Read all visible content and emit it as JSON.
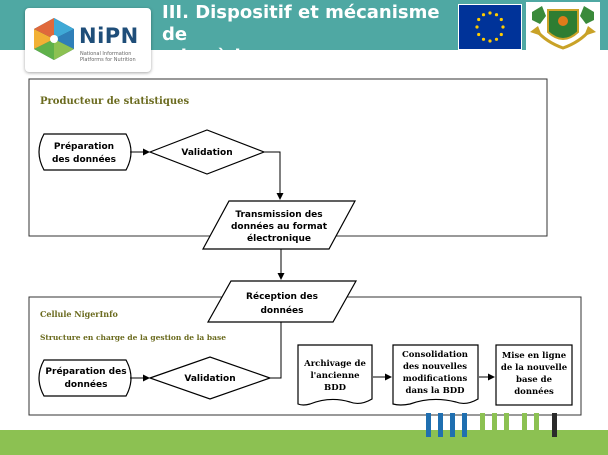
{
  "header": {
    "title_line1": "III. Dispositif et mécanisme de",
    "title_line2": "mise à jour",
    "logo_name": "NiPN",
    "logo_sub_line1": "National Information",
    "logo_sub_line2": "Platforms for Nutrition",
    "brand_color": "#4fa8a3"
  },
  "producer": {
    "heading": "Producteur de statistiques",
    "prep_line1": "Préparation",
    "prep_line2": "des données",
    "validation": "Validation"
  },
  "transmission": {
    "line1": "Transmission des",
    "line2": "données au format",
    "line3": "électronique"
  },
  "reception": {
    "line1": "Réception des",
    "line2": "données"
  },
  "cellule": {
    "heading": "Cellule NigerInfo",
    "subheading": "Structure en charge de la gestion de la base",
    "prep_line1": "Préparation des",
    "prep_line2": "données",
    "validation": "Validation",
    "archive": [
      "Archivage de",
      "l'ancienne",
      "BDD"
    ],
    "consolidation": [
      "Consolidation",
      "des nouvelles",
      "modifications",
      "dans la BDD"
    ],
    "online": [
      "Mise en ligne",
      "de la nouvelle",
      "base de",
      "données"
    ]
  },
  "colors": {
    "section_heading": "#6b6b1f",
    "footer_green": "#8cc152",
    "deco_blue": "#1f6fb0",
    "deco_green": "#8cc152",
    "deco_dark": "#2b2b2b"
  }
}
